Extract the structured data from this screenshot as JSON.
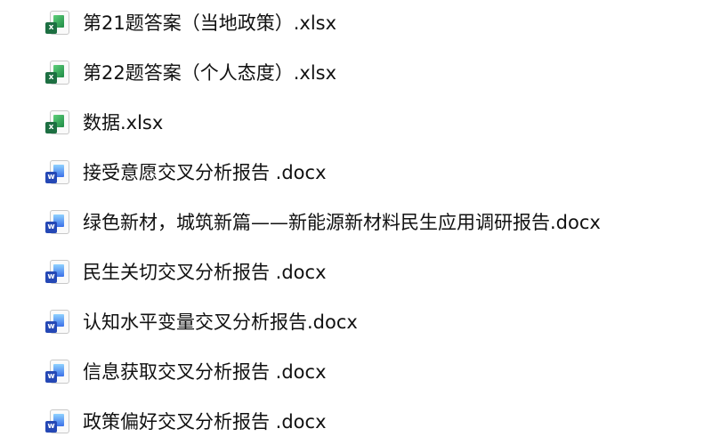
{
  "files": [
    {
      "name": "第21题答案（当地政策）.xlsx",
      "type": "xlsx",
      "badge": "x"
    },
    {
      "name": "第22题答案（个人态度）.xlsx",
      "type": "xlsx",
      "badge": "x"
    },
    {
      "name": "数据.xlsx",
      "type": "xlsx",
      "badge": "x"
    },
    {
      "name": "接受意愿交叉分析报告 .docx",
      "type": "docx",
      "badge": "w"
    },
    {
      "name": "绿色新材，城筑新篇——新能源新材料民生应用调研报告.docx",
      "type": "docx",
      "badge": "w"
    },
    {
      "name": "民生关切交叉分析报告 .docx",
      "type": "docx",
      "badge": "w"
    },
    {
      "name": "认知水平变量交叉分析报告.docx",
      "type": "docx",
      "badge": "w"
    },
    {
      "name": "信息获取交叉分析报告 .docx",
      "type": "docx",
      "badge": "w"
    },
    {
      "name": "政策偏好交叉分析报告 .docx",
      "type": "docx",
      "badge": "w"
    }
  ]
}
